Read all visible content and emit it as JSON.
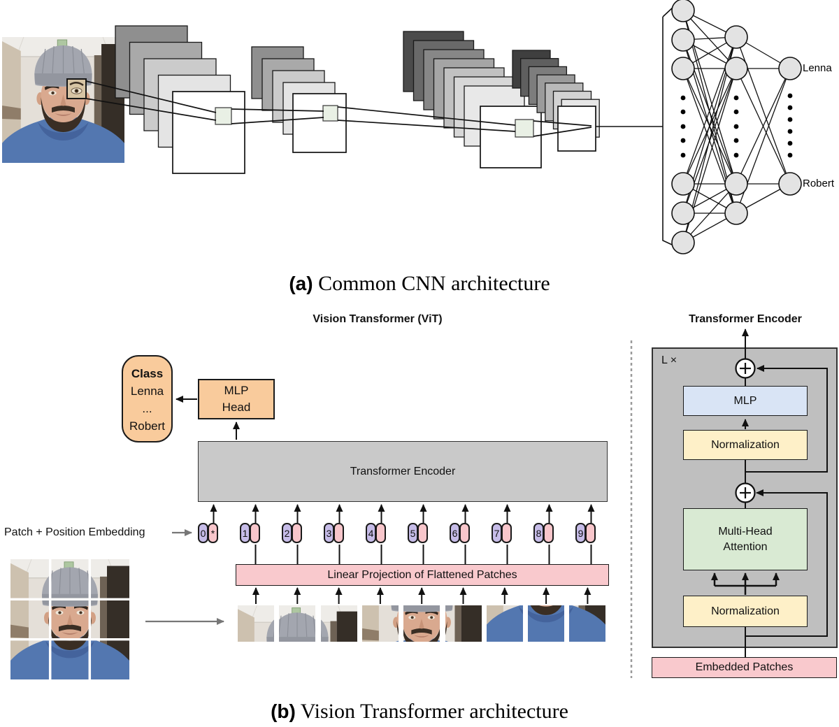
{
  "captions": {
    "a_tag": "(a)",
    "a_text": " Common CNN architecture",
    "b_tag": "(b)",
    "b_text": " Vision Transformer architecture"
  },
  "cnn": {
    "labels": [
      "Lenna",
      "Robert"
    ]
  },
  "vit": {
    "title": "Vision Transformer (ViT)",
    "class_box": {
      "heading": "Class",
      "items": [
        "Lenna",
        "...",
        "Robert"
      ]
    },
    "mlp_head": [
      "MLP",
      "Head"
    ],
    "encoder": "Transformer Encoder",
    "patch_pos": "Patch + Position Embedding",
    "linear": "Linear Projection of Flattened Patches",
    "tokens": [
      "0",
      "1",
      "2",
      "3",
      "4",
      "5",
      "6",
      "7",
      "8",
      "9"
    ],
    "class_mark": "*"
  },
  "panel": {
    "title": "Transformer Encoder",
    "loops": "L ×",
    "mlp": "MLP",
    "norm1": "Normalization",
    "mha": [
      "Multi-Head",
      "Attention"
    ],
    "norm2": "Normalization",
    "embedded": "Embedded Patches"
  },
  "colors": {
    "class_orange": "#F9CB9C",
    "token_purple": "#C6BCE8",
    "token_pink": "#F8C6CB",
    "pink_bar": "#F9C9CD",
    "encoder_grey": "#C9C9C9",
    "panel_grey": "#BFBFBF",
    "mlp_blue": "#D9E4F5",
    "norm_yellow": "#FEF0C8",
    "mha_green": "#D9EAD3",
    "node_grey": "#E3E3E3",
    "patch_green": "#E9F0E5"
  }
}
